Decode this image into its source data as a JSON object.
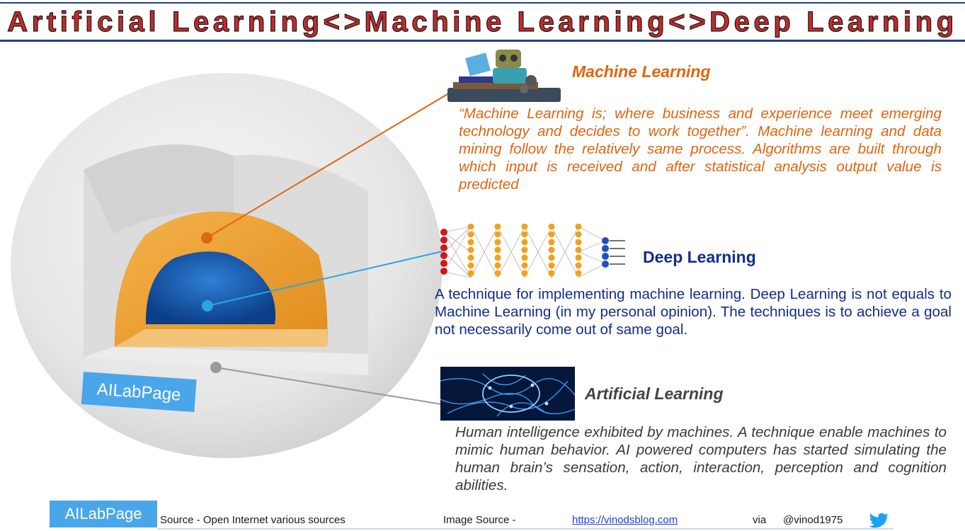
{
  "title": "Artificial Learning<>Machine Learning<>Deep Learning",
  "globe": {
    "badge": "AILabPage",
    "colors": {
      "outer": "#e6e6e6",
      "middle": "#f0a232",
      "core": "#1e5fb5"
    }
  },
  "sections": {
    "machine_learning": {
      "heading": "Machine Learning",
      "text": "“Machine Learning is; where business and experience meet emerging technology and decides to work together”. Machine learning and data mining follow the relatively same process. Algorithms are built through which input is received and after statistical analysis output value is predicted",
      "color": "#e0650f",
      "icon": "robot-reading-icon"
    },
    "deep_learning": {
      "heading": "Deep Learning",
      "text": "A technique for implementing machine learning. Deep Learning is not equals to Machine Learning (in my personal opinion). The techniques is to achieve a goal not necessarily come out of same goal.",
      "color": "#142c8c",
      "icon": "neural-network-icon"
    },
    "artificial_learning": {
      "heading": "Artificial Learning",
      "text": "Human intelligence exhibited by machines. A technique enable machines to mimic human behavior. AI powered computers has started simulating the human brain’s sensation, action, interaction, perception and cognition abilities.",
      "color": "#444444",
      "icon": "circuit-brain-icon"
    }
  },
  "footer": {
    "badge": "AILabPage",
    "source": "Source -  Open Internet  various sources",
    "image_source_label": "Image Source -",
    "image_source_link": "https://vinodsblog.com",
    "via": "via",
    "handle": "@vinod1975",
    "icon": "twitter-icon"
  }
}
